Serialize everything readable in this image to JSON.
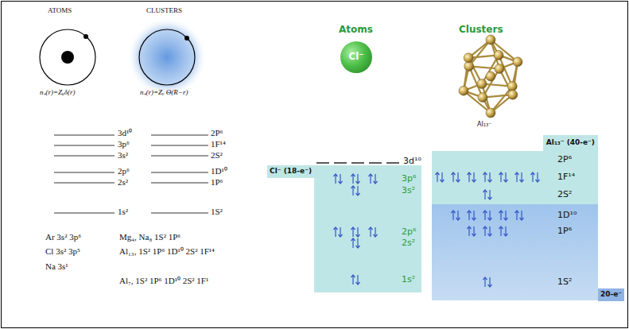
{
  "diagram": {
    "nodes": [
      {
        "text": [
          "Cl⁻"
        ]
      },
      {
        "text": [
          "Cl⁻ (18-e⁻)",
          "3p⁶",
          "3s²",
          "2p⁶",
          "2s²",
          "1s²"
        ]
      },
      {
        "text": [
          "Al₁₃⁻ (40-e⁻)",
          "2P⁶",
          "1F¹⁴",
          "2S²"
        ]
      },
      {
        "text": [
          "1D¹⁰",
          "1P⁶",
          "1S²",
          "20-e⁻"
        ]
      }
    ],
    "labels": [
      "ATOMS",
      "CLUSTERS",
      "n₊(r)=Zₐδ(r)",
      "n₊(r)=Zᵥ Θ(R−r)",
      "3d¹⁰",
      "3p⁶",
      "3s²",
      "2p⁶",
      "2s²",
      "1s²",
      "2P⁶",
      "1F¹⁴",
      "2S²",
      "1D¹⁰",
      "1P⁶",
      "1S²",
      "Ar  3s² 3p⁶",
      "Mg₄, Na₈  1S² 1P⁶",
      "Cl  3s² 3p⁵",
      "Al₁₃,  1S² 1P⁶ 1D¹⁰ 2S² 1F¹⁴",
      "Na  3s¹",
      "Al₇,  1S² 1P⁶ 1D¹⁰ 2S² 1F¹",
      "Atoms",
      "Clusters",
      "Al₁₃⁻",
      "3d¹⁰"
    ]
  }
}
